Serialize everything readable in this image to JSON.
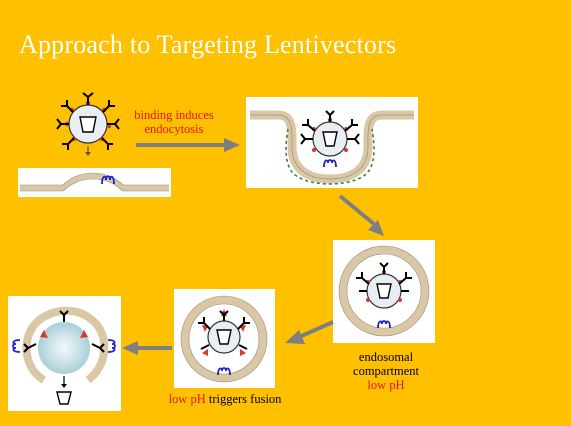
{
  "slide": {
    "title": "Approach to Targeting Lentivectors"
  },
  "labels": {
    "binding_line1": "binding induces",
    "binding_line2": "endocytosis",
    "endo_line1": "endosomal",
    "endo_line2": "compartment",
    "endo_line3": "low pH",
    "fusion_red": "low pH",
    "fusion_black": " triggers fusion"
  },
  "colors": {
    "background": "#FFC000",
    "title_text": "#FFFFFF",
    "highlight_text": "#E8141B",
    "arrow": "#7F7F7F",
    "membrane": "#D9C7A6",
    "receptor": "#1F1FCC",
    "antibody": "#000000",
    "coat_pit": "#2E7D32"
  }
}
